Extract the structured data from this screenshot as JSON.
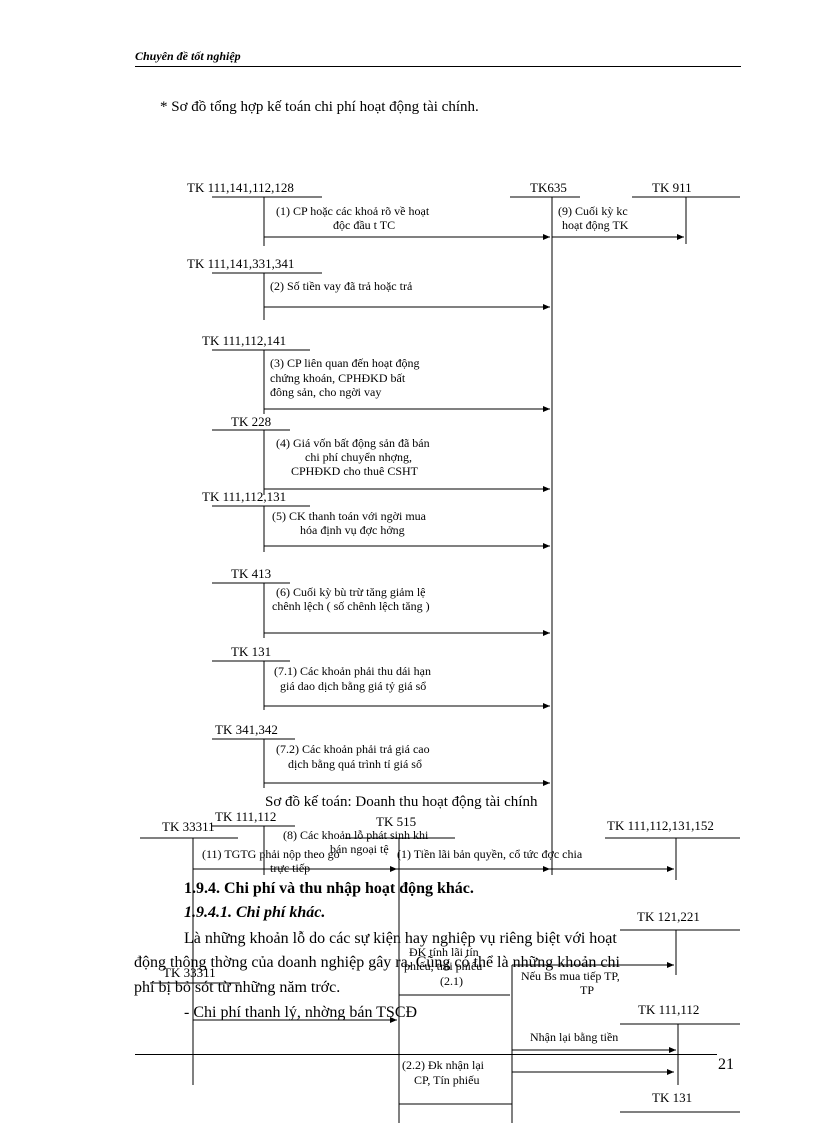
{
  "header": {
    "title": "Chuyên đề tốt nghiệp",
    "page_number": "21"
  },
  "diagram1": {
    "title": "* Sơ đồ tổng hợp kế toán chi phí hoạt động tài chính.",
    "accounts": {
      "tk_a": "TK 111,141,112,128",
      "tk635": "TK635",
      "tk911": "TK 911",
      "tk_b": "TK 111,141,331,341",
      "tk_c": "TK 111,112,141",
      "tk228": "TK 228",
      "tk_d": "TK 111,112,131",
      "tk413": "TK 413",
      "tk131a": "TK 131",
      "tk341": "TK 341,342",
      "tk111_112": "TK 111,112"
    },
    "entries": {
      "e1_l1": "(1) CP hoặc các khoả rõ về hoạt",
      "e1_l2": "độc đầu t   TC",
      "e9_l1": "(9) Cuối kỳ kc",
      "e9_l2": "hoạt động TK",
      "e2": "(2) Số tiền vay  đã trả hoặc trả",
      "e3_l1": "(3) CP liên quan đến hoạt động",
      "e3_l2": "chứng khoán, CPHĐKD  bất",
      "e3_l3": "đông sản, cho ngời   vay",
      "e4_l1": "(4) Giá vốn bất động sản đã bán",
      "e4_l2": "chi phí chuyển nhợng,",
      "e4_l3": "CPHĐKD   cho thuê CSHT",
      "e5_l1": "(5) CK thanh toán với ngời   mua",
      "e5_l2": "hóa định vụ đợc   hởng",
      "e6_l1": "(6) Cuối kỳ bù trừ tăng giảm  lệ",
      "e6_l2": "chênh lệch ( số chênh lệch tăng )",
      "e71_l1": "(7.1) Các khoản phải thu dái hạn",
      "e71_l2": "giá dao dịch bằng giá tỷ giá sổ",
      "e72_l1": "(7.2) Các khoản phải trả giá cao",
      "e72_l2": "dịch bằng quá trình tỉ giá sổ",
      "e8_l1": "(8) Các khoản lỗ phát sinh khi",
      "e8_l2": "bán ngoại tệ"
    }
  },
  "diagram2": {
    "title": "Sơ đồ kế toán: Doanh thu hoạt động tài chính",
    "accounts": {
      "tk33311a": "TK 33311",
      "tk515": "TK 515",
      "tk_e": "TK 111,112,131,152",
      "tk121": "TK 121,221",
      "tk33311b": "TK 33311",
      "tk111_112b": "TK 111,112",
      "tk131b": "TK 131"
    },
    "entries": {
      "e11_l1": "(11) TGTG phải nộp theo  go",
      "e11_l2": "trực tiếp",
      "e1b": "(1) Tiền lãi bản quyền, cổ tức đợc   chia",
      "e21_l1": "ĐK tính lãi tín",
      "e21_l2": "phiếu, trái phiếu",
      "e21_l3": "(2.1)",
      "buy_l1": "Nếu Bs mua tiếp TP,",
      "buy_l2": "TP",
      "refund": "Nhận lại bằng tiền",
      "e22_l1": "(2.2) Đk nhận lại",
      "e22_l2": "CP, Tín phiếu"
    }
  },
  "body": {
    "h194": "1.9.4. Chi phí và thu nhập hoạt động khác.",
    "h1941": "1.9.4.1. Chi phí khác.",
    "p1_l1": "Là những khoản lỗ do các sự kiện hay nghiệp vụ riêng biệt với hoạt",
    "p1_l2": "động thông thờng   của doanh nghiệp gây ra. Cũng có thể là những khoản chi",
    "p1_l3": "phí bị bỏ sót từ những năm trớc.",
    "bullet": "- Chi phí thanh lý, nhờng   bán TSCĐ"
  }
}
